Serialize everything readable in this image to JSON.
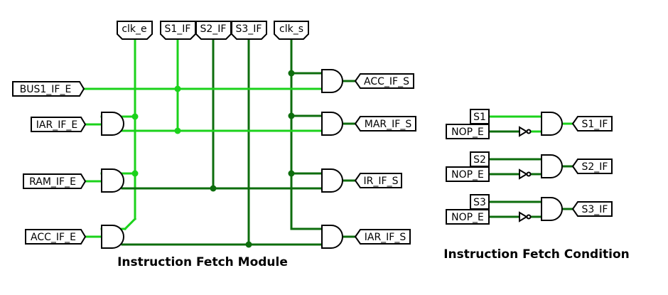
{
  "module": {
    "title": "Instruction Fetch Module",
    "top_pins": [
      "clk_e",
      "S1_IF",
      "S2_IF",
      "S3_IF",
      "clk_s"
    ],
    "left_pins": [
      "BUS1_IF_E",
      "IAR_IF_E",
      "RAM_IF_E",
      "ACC_IF_E"
    ],
    "right_pins": [
      "ACC_IF_S",
      "MAR_IF_S",
      "IR_IF_S",
      "IAR_IF_S"
    ]
  },
  "condition": {
    "title": "Instruction Fetch Condition",
    "rows": [
      {
        "input": "S1",
        "nop": "NOP_E",
        "output": "S1_IF"
      },
      {
        "input": "S2",
        "nop": "NOP_E",
        "output": "S2_IF"
      },
      {
        "input": "S3",
        "nop": "NOP_E",
        "output": "S3_IF"
      }
    ]
  },
  "colors": {
    "wire_active": "#1bd21b",
    "wire_inactive": "#0d6d0d",
    "background": "#ffffff"
  }
}
